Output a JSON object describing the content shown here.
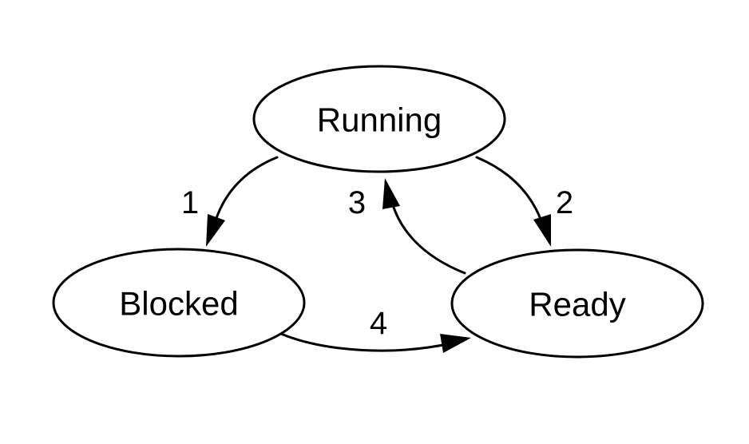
{
  "states": {
    "running": {
      "label": "Running"
    },
    "blocked": {
      "label": "Blocked"
    },
    "ready": {
      "label": "Ready"
    }
  },
  "transitions": [
    {
      "id": "1",
      "label": "1",
      "from": "Running",
      "to": "Blocked"
    },
    {
      "id": "2",
      "label": "2",
      "from": "Running",
      "to": "Ready"
    },
    {
      "id": "3",
      "label": "3",
      "from": "Ready",
      "to": "Running"
    },
    {
      "id": "4",
      "label": "4",
      "from": "Blocked",
      "to": "Ready"
    }
  ],
  "colors": {
    "stroke": "#000000",
    "background": "#ffffff"
  }
}
